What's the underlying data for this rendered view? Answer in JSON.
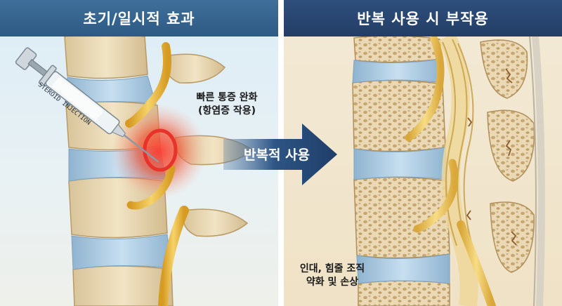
{
  "left_panel": {
    "title": "초기/일시적 효과",
    "syringe_label": "STEROID INJECTION",
    "relief_line1": "빠른 통증 완화",
    "relief_line2": "(항염증 작용)"
  },
  "right_panel": {
    "title": "반복 사용 시 부작용",
    "damage_line1": "인대, 힘줄 조직",
    "damage_line2": "약화 및 손상"
  },
  "arrow": {
    "label": "반복적 사용"
  },
  "colors": {
    "left_header": "#2d5a85",
    "right_header": "#223e66",
    "arrow": "#1f3d68",
    "inflammation": "#e8332b",
    "nerve": "#e7b93a",
    "disc": "#a9c9df",
    "bone": "#eadbb7"
  }
}
